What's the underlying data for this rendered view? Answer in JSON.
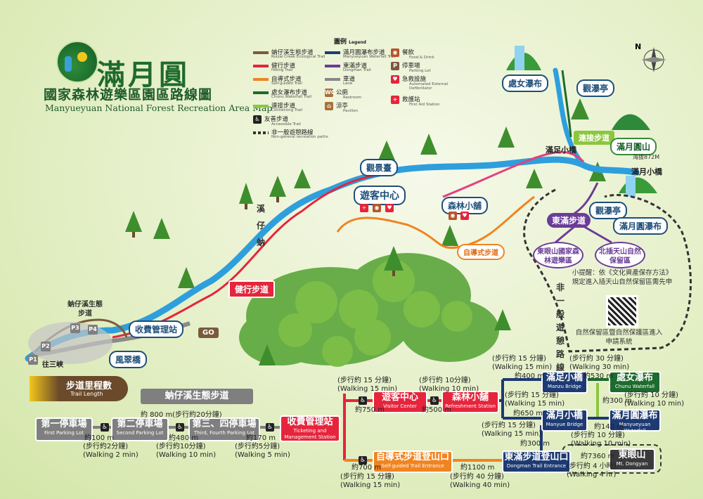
{
  "header": {
    "title": "滿月圓",
    "subtitle": "國家森林遊樂區園區路線圖",
    "english": "Manyueyuan National Forest Recreation Area Map"
  },
  "legend": {
    "title": "圖例",
    "title_en": "Legend",
    "trails": [
      {
        "zh": "蚋仔溪生態步道",
        "en": "Ruizai Creek Ecological Trail",
        "color": "#7a5a3c"
      },
      {
        "zh": "健行步道",
        "en": "Hiking Trail",
        "color": "#e5253c"
      },
      {
        "zh": "自導式步道",
        "en": "Self-guided Trail",
        "color": "#f08421"
      },
      {
        "zh": "處女瀑布步道",
        "en": "Chunu Waterfall Trail",
        "color": "#1d6b2d"
      },
      {
        "zh": "連接步道",
        "en": "Connecting Trail",
        "color": "#8cc63f"
      },
      {
        "zh": "友善步道",
        "en": "Accessible Trail",
        "color": "#222222"
      },
      {
        "zh": "非一般遊憩路線",
        "en": "Non-general recreation paths",
        "color": "#333333"
      }
    ],
    "trails2": [
      {
        "zh": "滿月圓瀑布步道",
        "en": "Manyueyuan Waterfall Trail",
        "color": "#1d3a72"
      },
      {
        "zh": "東滿步道",
        "en": "Dongman Trail",
        "color": "#6b3d96"
      },
      {
        "zh": "車道",
        "en": "Lane",
        "color": "#888888"
      },
      {
        "zh": "公廁",
        "en": "Restroom",
        "color": "#a9713a"
      },
      {
        "zh": "涼亭",
        "en": "Pavilion",
        "color": "#a9713a"
      }
    ],
    "facilities": [
      {
        "zh": "餐飲",
        "en": "Food & Drink",
        "icon": "food-icon"
      },
      {
        "zh": "停車場",
        "en": "Parking Lot",
        "icon": "parking-icon"
      },
      {
        "zh": "急救設施",
        "en": "Automated External Defibrillator",
        "icon": "aed-icon"
      },
      {
        "zh": "救護站",
        "en": "First Aid Station",
        "icon": "first-aid-icon"
      }
    ]
  },
  "map": {
    "compass": "N",
    "labels": {
      "chunu_waterfall": "處女瀑布",
      "guanpu_pavilion_top": "觀瀑亭",
      "connecting_trail": "連接步道",
      "manzu_bridge": "滿足小橋",
      "manyue_mountain": "滿月圓山",
      "manyue_elev": "海拔872M",
      "manyue_bridge": "滿月小橋",
      "dongman_trail": "東滿步道",
      "guanpu_pavilion_bottom": "觀瀑亭",
      "manyue_waterfall": "滿月圓瀑布",
      "dongyan": "東眼山國家森林遊樂區",
      "beichatian": "北插天山自然保留區",
      "tip": "小提醒：依《文化資產保存方法》規定進入插天山自然保留區需先申",
      "permit": "自然保留區暨自然保護區進入申請系統",
      "observation_deck": "觀景臺",
      "visitor_center": "遊客中心",
      "forest_shop": "森林小舖",
      "self_guided": "自導式步道",
      "hiking_trail": "健行步道",
      "ticketing": "收費管理站",
      "feicui_bridge": "風翠橋",
      "ruizai_eco": "蚋仔溪生態步道",
      "to_sanxia": "往三峽",
      "creek_vertical": "溪仔蚋",
      "non_general_vertical": "非一般遊憩路線",
      "go_sign": "GO"
    }
  },
  "trail_length": {
    "title": "步道里程數",
    "title_en": "Trail Length",
    "ruizai_title": "蚋仔溪生態步道",
    "ruizai_total": "約 800 m(步行約20分鐘)",
    "stations": [
      {
        "zh": "第一停車場",
        "en": "First Parking Lot"
      },
      {
        "zh": "第二停車場",
        "en": "Second Parking Lot"
      },
      {
        "zh": "第三、四停車場",
        "en": "Third, Fourth Parking Lot"
      },
      {
        "zh": "收費管理站",
        "en": "Ticketing and Management Station"
      },
      {
        "zh": "遊客中心",
        "en": "Visitor Center"
      },
      {
        "zh": "森林小舖",
        "en": "Refreshment Station"
      },
      {
        "zh": "自導式步道登山口",
        "en": "Self-guided Trail Entrance"
      },
      {
        "zh": "東滿步道登山口",
        "en": "Dongman Trail Entrance"
      },
      {
        "zh": "滿足小橋",
        "en": "Manzu Bridge"
      },
      {
        "zh": "處女瀑布",
        "en": "Chunu Waterfall"
      },
      {
        "zh": "滿月小橋",
        "en": "Manyue Bridge"
      },
      {
        "zh": "滿月圓瀑布",
        "en": "Manyueyuan Waterfall"
      },
      {
        "zh": "東眼山",
        "en": "Mt. Dongyan"
      }
    ],
    "segments": {
      "p1_p2": {
        "dist": "約100 m",
        "time": "(步行約2分鐘)",
        "time_en": "(Walking 2 min)"
      },
      "p2_p3": {
        "dist": "約480 m",
        "time": "(步行約10分鐘)",
        "time_en": "(Walking 10 min)"
      },
      "p3_tk": {
        "dist": "約170 m",
        "time": "(步行約5分鐘)",
        "time_en": "(Walking 5 min)"
      },
      "tk_vc": {
        "dist": "約750 m",
        "time": "(步行約 15 分鐘)",
        "time_en": "(Walking 15 min)"
      },
      "vc_fs": {
        "dist": "約500 m",
        "time": "(步行約 10分鐘)",
        "time_en": "(Walking 10 min)"
      },
      "tk_sg": {
        "dist": "約700 m",
        "time": "(步行約 15 分鐘)",
        "time_en": "(Walking 15 min)"
      },
      "sg_dm": {
        "dist": "約1100 m",
        "time": "(步行約 40 分鐘)",
        "time_en": "(Walking 40 min)"
      },
      "fs_mz": {
        "dist": "約400 m",
        "time": "(步行約 15 分鐘)",
        "time_en": "(Walking 15 min)"
      },
      "mz_cn": {
        "dist": "約530 m",
        "time": "(步行約 30 分鐘)",
        "time_en": "(Walking 30 min)"
      },
      "fs_my": {
        "dist": "約650 m",
        "time": "(步行約 15 分鐘)",
        "time_en": "(Walking 15 min)"
      },
      "cn_myw": {
        "dist": "約300 m",
        "time": "(步行約 10 分鐘)",
        "time_en": "(Walking 10 min)"
      },
      "my_myw": {
        "dist": "約140 m",
        "time": "(步行約 10 分鐘)",
        "time_en": "(Walking 10 min)"
      },
      "dm_my": {
        "dist": "約300 m",
        "time": "(步行約 15 分鐘)",
        "time_en": "(Walking 15 min)"
      },
      "dm_dy": {
        "dist": "約7360 m",
        "time": "(步行約 4 小時)",
        "time_en": "(Walking 4 hr)"
      }
    }
  }
}
